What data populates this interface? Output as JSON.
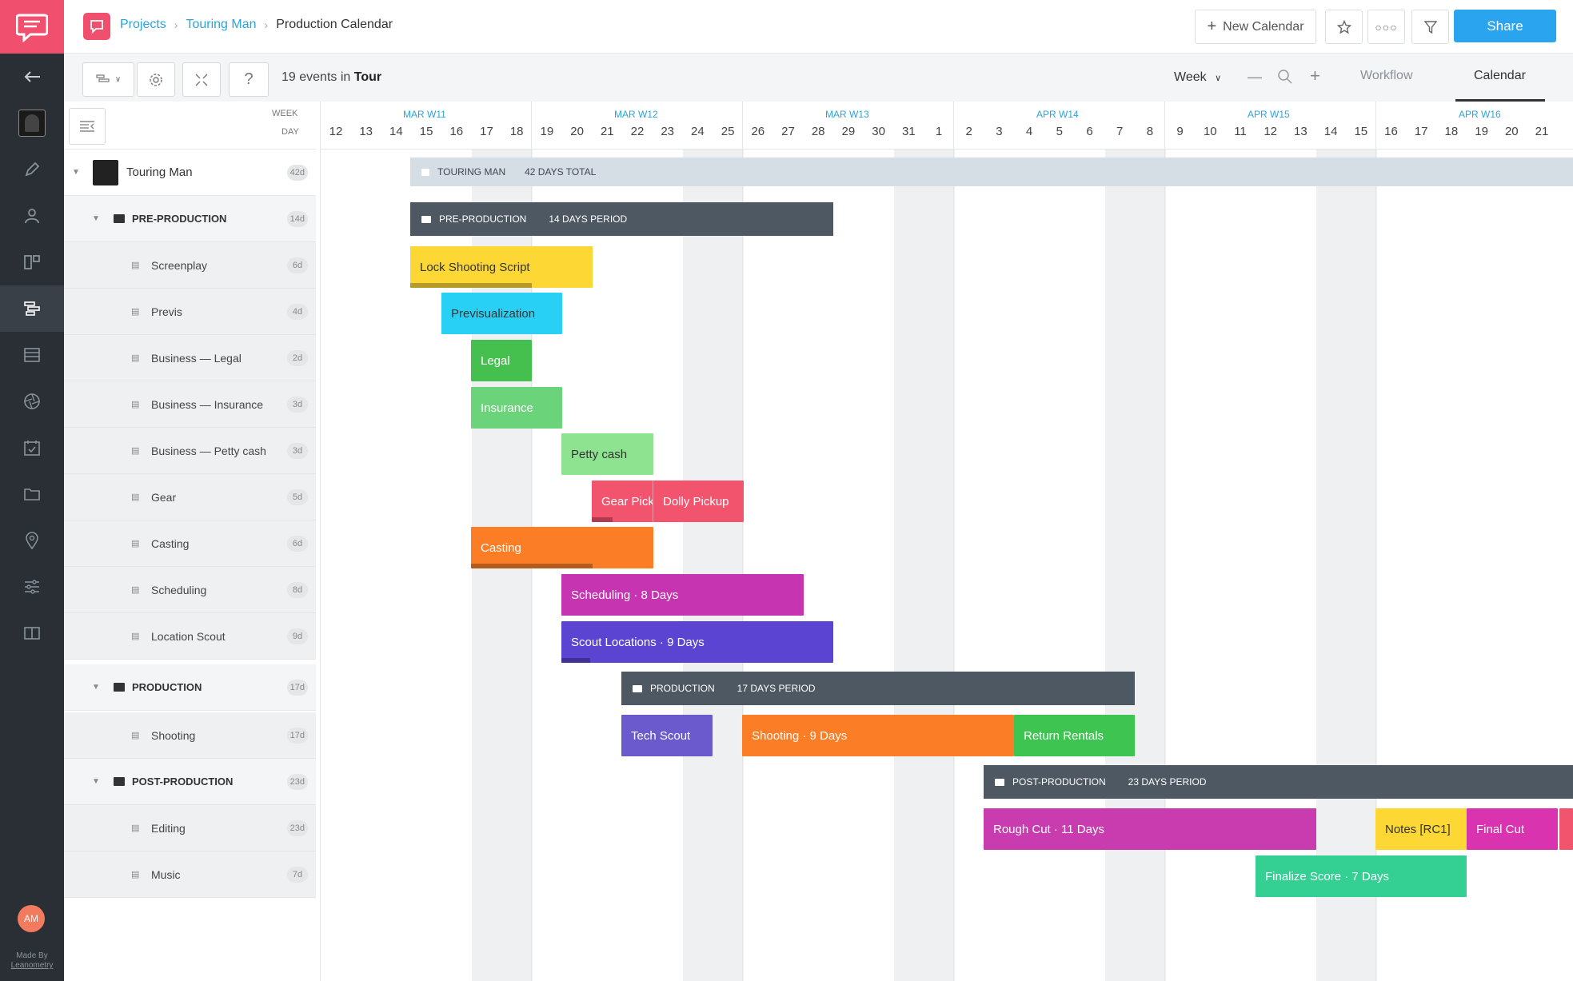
{
  "breadcrumb": {
    "projects": "Projects",
    "project": "Touring Man",
    "current": "Production Calendar"
  },
  "header": {
    "new_calendar": "New Calendar",
    "share": "Share"
  },
  "toolbar": {
    "events_prefix": "19 events in",
    "events_target": "Tour",
    "zoom_level": "Week"
  },
  "view_tabs": {
    "workflow": "Workflow",
    "calendar": "Calendar"
  },
  "left_header": {
    "week": "WEEK",
    "day": "DAY"
  },
  "user": {
    "initials": "AM",
    "made_by": "Made By",
    "brand": "Leanometry"
  },
  "rows": [
    {
      "label": "Touring Man",
      "badge": "42d"
    },
    {
      "label": "PRE-PRODUCTION",
      "badge": "14d"
    },
    {
      "label": "Screenplay",
      "badge": "6d"
    },
    {
      "label": "Previs",
      "badge": "4d"
    },
    {
      "label": "Business — Legal",
      "badge": "2d"
    },
    {
      "label": "Business — Insurance",
      "badge": "3d"
    },
    {
      "label": "Business — Petty cash",
      "badge": "3d"
    },
    {
      "label": "Gear",
      "badge": "5d"
    },
    {
      "label": "Casting",
      "badge": "6d"
    },
    {
      "label": "Scheduling",
      "badge": "8d"
    },
    {
      "label": "Location Scout",
      "badge": "9d"
    },
    {
      "label": "PRODUCTION",
      "badge": "17d"
    },
    {
      "label": "Shooting",
      "badge": "17d"
    },
    {
      "label": "POST-PRODUCTION",
      "badge": "23d"
    },
    {
      "label": "Editing",
      "badge": "23d"
    },
    {
      "label": "Music",
      "badge": "7d"
    }
  ],
  "weeks": [
    "MAR  W11",
    "MAR  W12",
    "MAR  W13",
    "APR  W14",
    "APR  W15",
    "APR  W16"
  ],
  "days": [
    "12",
    "13",
    "14",
    "15",
    "16",
    "17",
    "18",
    "19",
    "20",
    "21",
    "22",
    "23",
    "24",
    "25",
    "26",
    "27",
    "28",
    "29",
    "30",
    "31",
    "1",
    "2",
    "3",
    "4",
    "5",
    "6",
    "7",
    "8",
    "9",
    "10",
    "11",
    "12",
    "13",
    "14",
    "15",
    "16",
    "17",
    "18",
    "19",
    "20",
    "21"
  ],
  "summary_bars": {
    "project": {
      "name": "TOURING MAN",
      "period": "42 DAYS TOTAL"
    },
    "pre": {
      "name": "PRE-PRODUCTION",
      "period": "14 DAYS PERIOD"
    },
    "prod": {
      "name": "PRODUCTION",
      "period": "17 DAYS PERIOD"
    },
    "post": {
      "name": "POST-PRODUCTION",
      "period": "23 DAYS PERIOD"
    }
  },
  "events": {
    "lock_script": "Lock Shooting Script",
    "previs": "Previsualization",
    "legal": "Legal",
    "insurance": "Insurance",
    "petty_cash": "Petty cash",
    "gear_pickup": "Gear Pickup",
    "dolly_pickup": "Dolly Pickup",
    "casting": "Casting",
    "scheduling": "Scheduling · 8 Days",
    "scout_locations": "Scout Locations · 9 Days",
    "tech_scout": "Tech Scout",
    "shooting": "Shooting · 9 Days",
    "return_rentals": "Return Rentals",
    "rough_cut": "Rough Cut · 11 Days",
    "notes_rc1": "Notes [RC1]",
    "final_cut": "Final Cut",
    "finalize_score": "Finalize Score · 7 Days"
  },
  "colors": {
    "accent": "#2aa4ee",
    "brand": "#f0506e",
    "lock_script": "#fdd835",
    "previs": "#29d0f5",
    "legal": "#45c04f",
    "insurance": "#6bd47a",
    "petty_cash": "#8de38f",
    "gear": "#f2536d",
    "casting": "#fb7e26",
    "scheduling": "#c634b1",
    "scout": "#5b44d1",
    "tech_scout": "#6a5acd",
    "shooting": "#fb7e26",
    "return_rentals": "#3ec451",
    "rough_cut": "#c83cb0",
    "notes": "#fdd835",
    "final_cut": "#d933b0",
    "finalize_score": "#34cf93"
  }
}
